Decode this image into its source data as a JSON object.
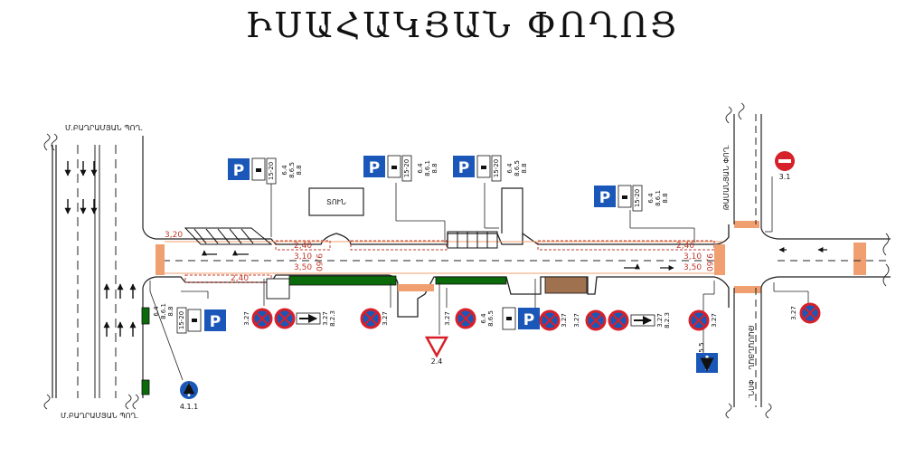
{
  "title": "ԻՍԱՀԱԿՅԱՆ ՓՈՂՈՑ",
  "streets": {
    "left_top": "Մ.ԲԱՂՐԱՄՅԱՆ ՊՈՂ.",
    "left_bottom": "Մ.ԲԱՂՐԱՄՅԱՆ ՊՈՂ.",
    "right_top": "ԹԱՄԱՆՅԱՆ ՓՈՂ.",
    "right_bottom_1": "ԹԱՄԱՆՅԱՆ",
    "right_bottom_2": "ՓՈՂ."
  },
  "building": "ՏՈՒՆ",
  "dimensions": {
    "d320": "3,20",
    "d240a": "2,40",
    "d310a": "3,10",
    "d350a": "3,50",
    "d240b": "2,40",
    "d960a": "9,60",
    "d240c": "2,40",
    "d310b": "3,10",
    "d350b": "3,50",
    "d960b": "9,60"
  },
  "codes": {
    "tab_time": "15-20",
    "s31": "3.1",
    "s411": "4.1.1",
    "s24": "2.4",
    "s55": "5.5",
    "s327": "3.27",
    "s823": "8.2.3",
    "p1_lines": [
      "6.4",
      "8.6.5",
      "8.8"
    ],
    "p2_lines": [
      "6.4",
      "8.6.1",
      "8.8"
    ],
    "p3_lines": [
      "6.4",
      "8.6.5",
      "8.8"
    ],
    "p4_lines": [
      "6.4",
      "8.6.1",
      "8.8"
    ],
    "pb1_lines": [
      "6.4",
      "8.6.1",
      "8.8"
    ],
    "pb2_lines": [
      "6.4",
      "8.6.5"
    ]
  },
  "colors": {
    "green_zone": "#0b6b0b",
    "parking_blue": "#1a57b8",
    "no_stop_red": "#d6202a",
    "dim_red": "#c0392b",
    "crossing_orange": "#f0a070",
    "brown_zone": "#a0714f"
  }
}
